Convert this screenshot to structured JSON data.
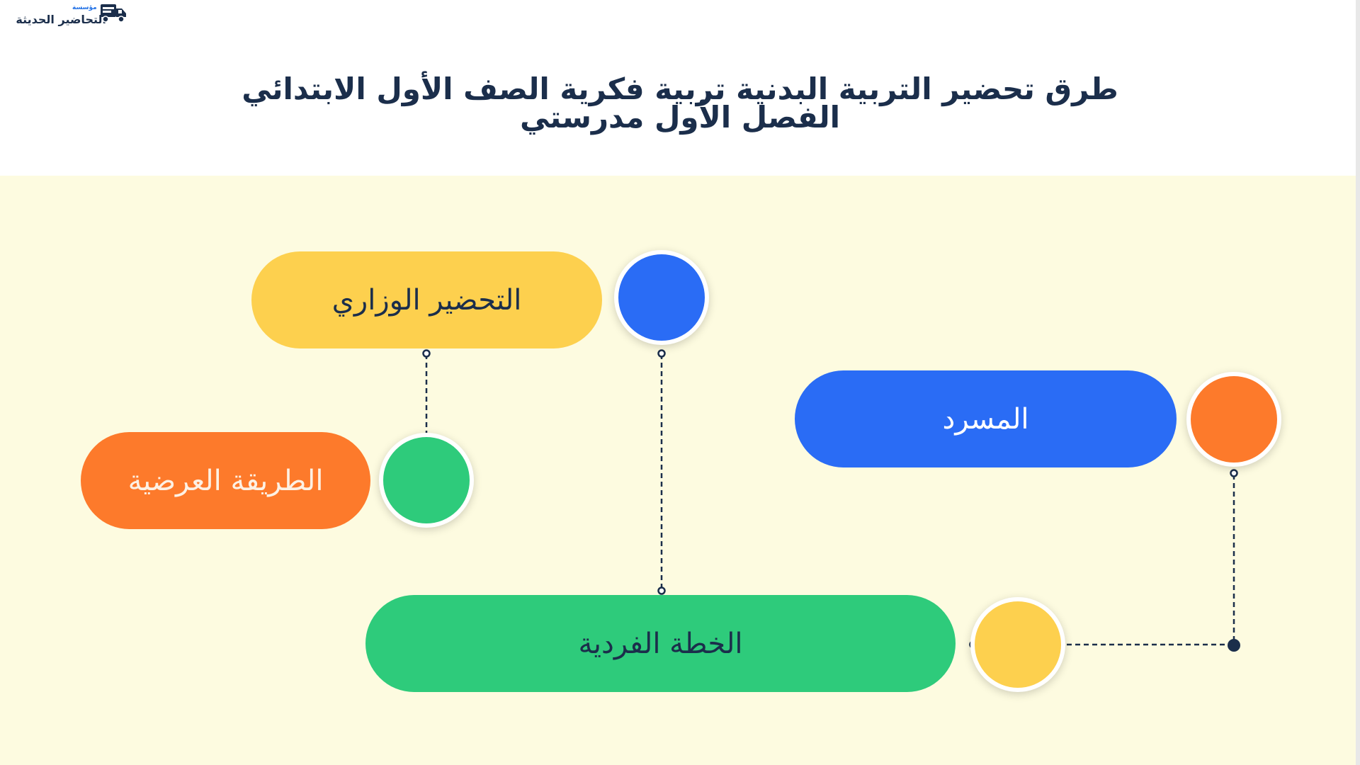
{
  "logo": {
    "sub_text": "مؤسسة",
    "main_text": "التحاضير الحديثة",
    "icon": "truck-icon"
  },
  "title": "طرق تحضير التربية البدنية تربية فكرية الصف الأول الابتدائي الفصل الأول مدرستي",
  "colors": {
    "yellow": "#fdd04e",
    "blue": "#2a6cf5",
    "orange": "#fd7a2b",
    "green": "#2ecb7b",
    "dark_text": "#1b2e4b",
    "background": "#fdfbe0"
  },
  "nodes": [
    {
      "id": "ministerial-prep",
      "label": "التحضير الوزاري",
      "pill_color": "yellow",
      "circle_color": "blue",
      "text_color": "dark"
    },
    {
      "id": "theatre",
      "label": "المسرد",
      "pill_color": "blue",
      "circle_color": "orange",
      "text_color": "light"
    },
    {
      "id": "presentation-method",
      "label": "الطريقة  العرضية",
      "pill_color": "orange",
      "circle_color": "green",
      "text_color": "light"
    },
    {
      "id": "individual-plan",
      "label": "الخطة الفردية",
      "pill_color": "green",
      "circle_color": "yellow",
      "text_color": "dark"
    }
  ]
}
